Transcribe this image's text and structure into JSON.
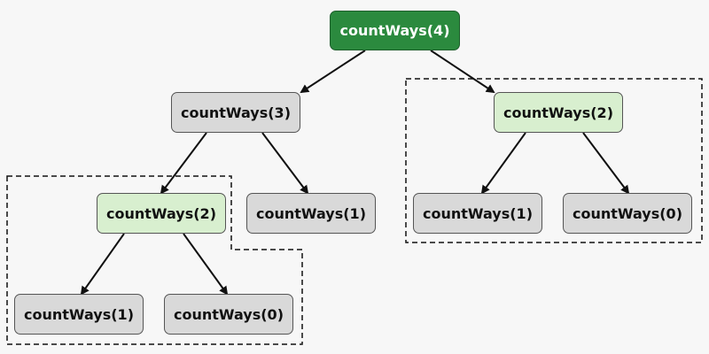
{
  "colors": {
    "root_fill": "#2b8a3e",
    "root_text": "#ffffff",
    "node_fill": "#d9d9d9",
    "repeat_fill": "#d8efcf",
    "edge": "#111111",
    "dashed_border": "#111111",
    "background": "#f7f7f7"
  },
  "nodes": {
    "root": "countWays(4)",
    "n3": "countWays(3)",
    "n2_right": "countWays(2)",
    "n2_left": "countWays(2)",
    "n1_mid": "countWays(1)",
    "n1_right": "countWays(1)",
    "n0_right": "countWays(0)",
    "n1_bottom": "countWays(1)",
    "n0_bottom": "countWays(0)"
  }
}
